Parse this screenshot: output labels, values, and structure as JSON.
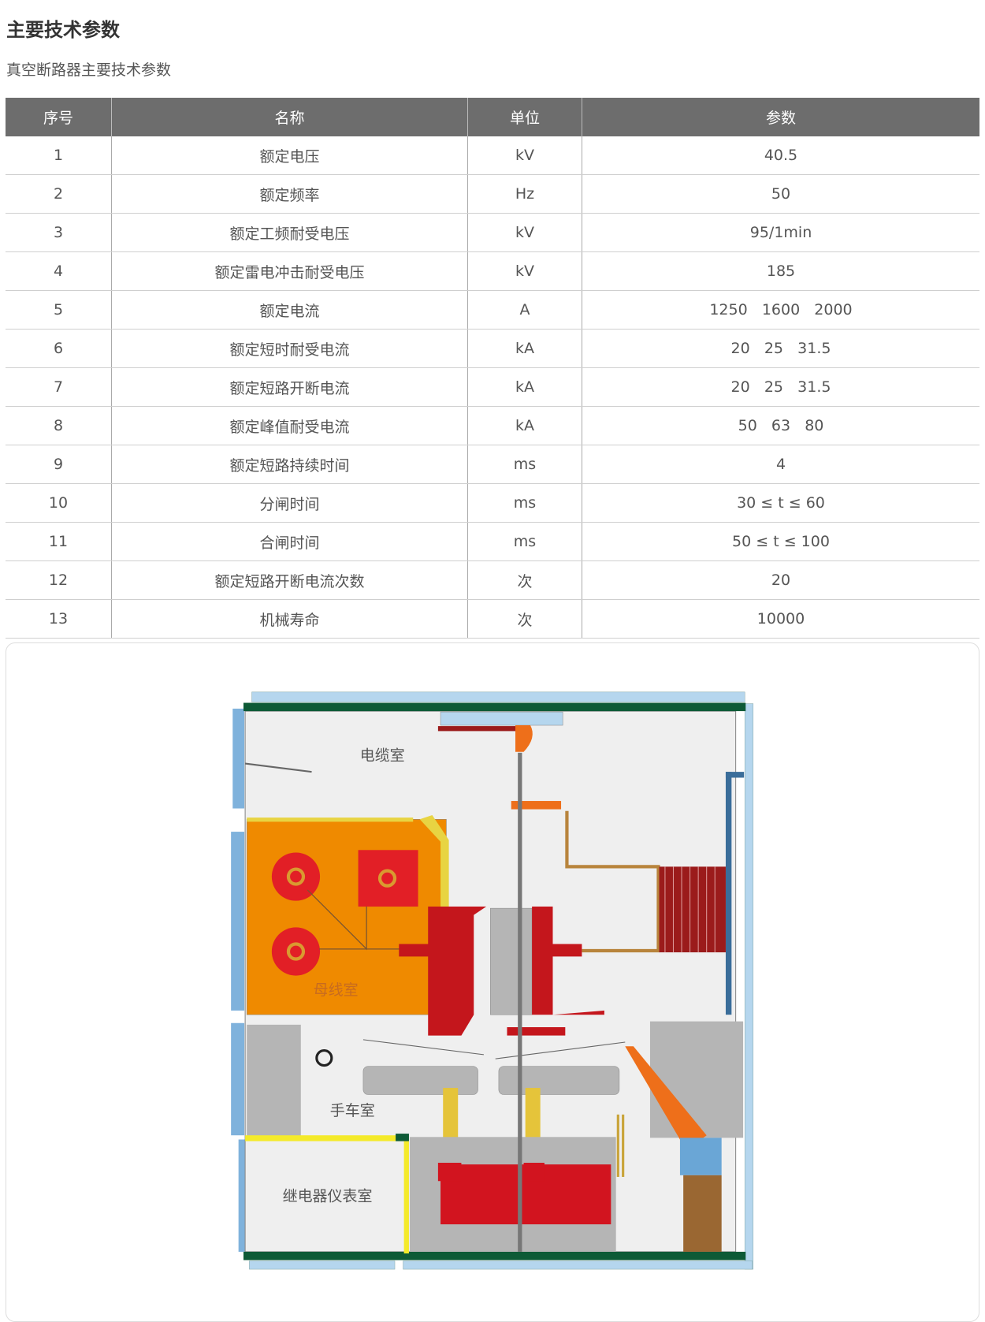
{
  "title": "主要技术参数",
  "subtitle": "真空断路器主要技术参数",
  "table": {
    "headers": [
      "序号",
      "名称",
      "单位",
      "参数"
    ],
    "rows": [
      [
        "1",
        "额定电压",
        "kV",
        "40.5"
      ],
      [
        "2",
        "额定频率",
        "Hz",
        "50"
      ],
      [
        "3",
        "额定工频耐受电压",
        "kV",
        "95/1min"
      ],
      [
        "4",
        "额定雷电冲击耐受电压",
        "kV",
        "185"
      ],
      [
        "5",
        "额定电流",
        "A",
        "1250   1600   2000"
      ],
      [
        "6",
        "额定短时耐受电流",
        "kA",
        "20   25   31.5"
      ],
      [
        "7",
        "额定短路开断电流",
        "kA",
        "20   25   31.5"
      ],
      [
        "8",
        "额定峰值耐受电流",
        "kA",
        "50   63   80"
      ],
      [
        "9",
        "额定短路持续时间",
        "ms",
        "4"
      ],
      [
        "10",
        "分闸时间",
        "ms",
        "30 ≤ t ≤ 60"
      ],
      [
        "11",
        "合闸时间",
        "ms",
        "50 ≤ t ≤ 100"
      ],
      [
        "12",
        "额定短路开断电流次数",
        "次",
        "20"
      ],
      [
        "13",
        "机械寿命",
        "次",
        "10000"
      ]
    ]
  },
  "diagram": {
    "labels": {
      "cable_room": "电缆室",
      "busbar_room": "母线室",
      "trolley_room": "手车室",
      "relay_room": "继电器仪表室"
    }
  }
}
